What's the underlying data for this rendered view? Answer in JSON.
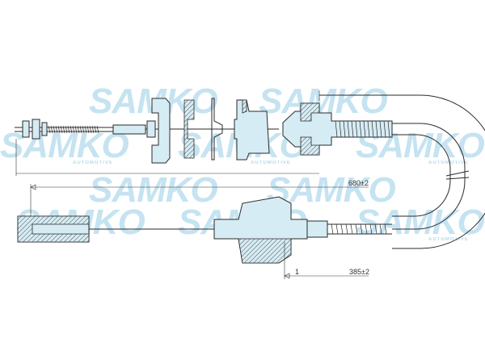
{
  "watermark": {
    "brand": "SAMKO",
    "sub": "AUTOMOTIVE",
    "color": "#7fc3e2"
  },
  "dimensions": {
    "overall_length": "680±2",
    "short_length": "385±2",
    "small_mark": "1"
  },
  "colors": {
    "part_fill": "#d6ecf4",
    "line": "#2a2a2a"
  }
}
